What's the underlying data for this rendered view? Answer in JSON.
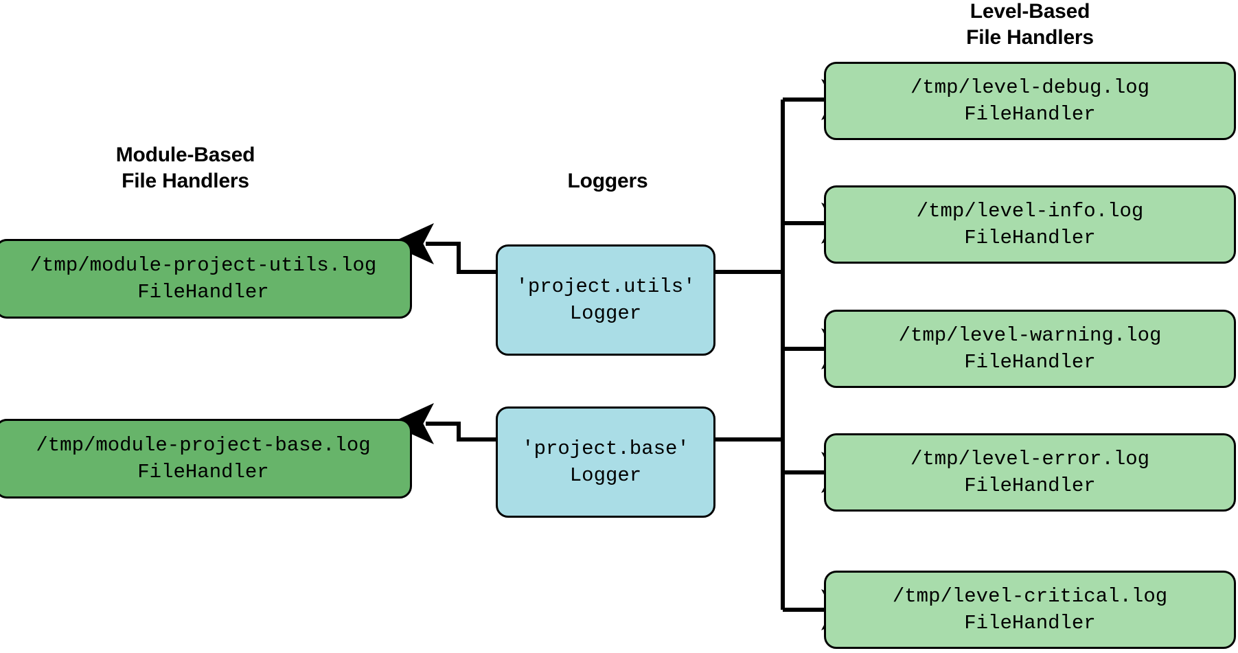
{
  "diagram": {
    "type": "flow",
    "background": "#ffffff",
    "palette": {
      "level_handler_fill": "#a8dcab",
      "module_handler_fill": "#67b46a",
      "logger_fill": "#aadde6",
      "stroke": "#000000"
    },
    "groups": {
      "module": {
        "title": "Module-Based\nFile Handlers"
      },
      "loggers": {
        "title": "Loggers"
      },
      "level": {
        "title": "Level-Based\nFile Handlers"
      }
    },
    "module_handlers": [
      {
        "path": "/tmp/module-project-utils.log",
        "kind": "FileHandler"
      },
      {
        "path": "/tmp/module-project-base.log",
        "kind": "FileHandler"
      }
    ],
    "loggers": [
      {
        "name": "'project.utils'",
        "kind": "Logger"
      },
      {
        "name": "'project.base'",
        "kind": "Logger"
      }
    ],
    "level_handlers": [
      {
        "path": "/tmp/level-debug.log",
        "kind": "FileHandler"
      },
      {
        "path": "/tmp/level-info.log",
        "kind": "FileHandler"
      },
      {
        "path": "/tmp/level-warning.log",
        "kind": "FileHandler"
      },
      {
        "path": "/tmp/level-error.log",
        "kind": "FileHandler"
      },
      {
        "path": "/tmp/level-critical.log",
        "kind": "FileHandler"
      }
    ]
  }
}
